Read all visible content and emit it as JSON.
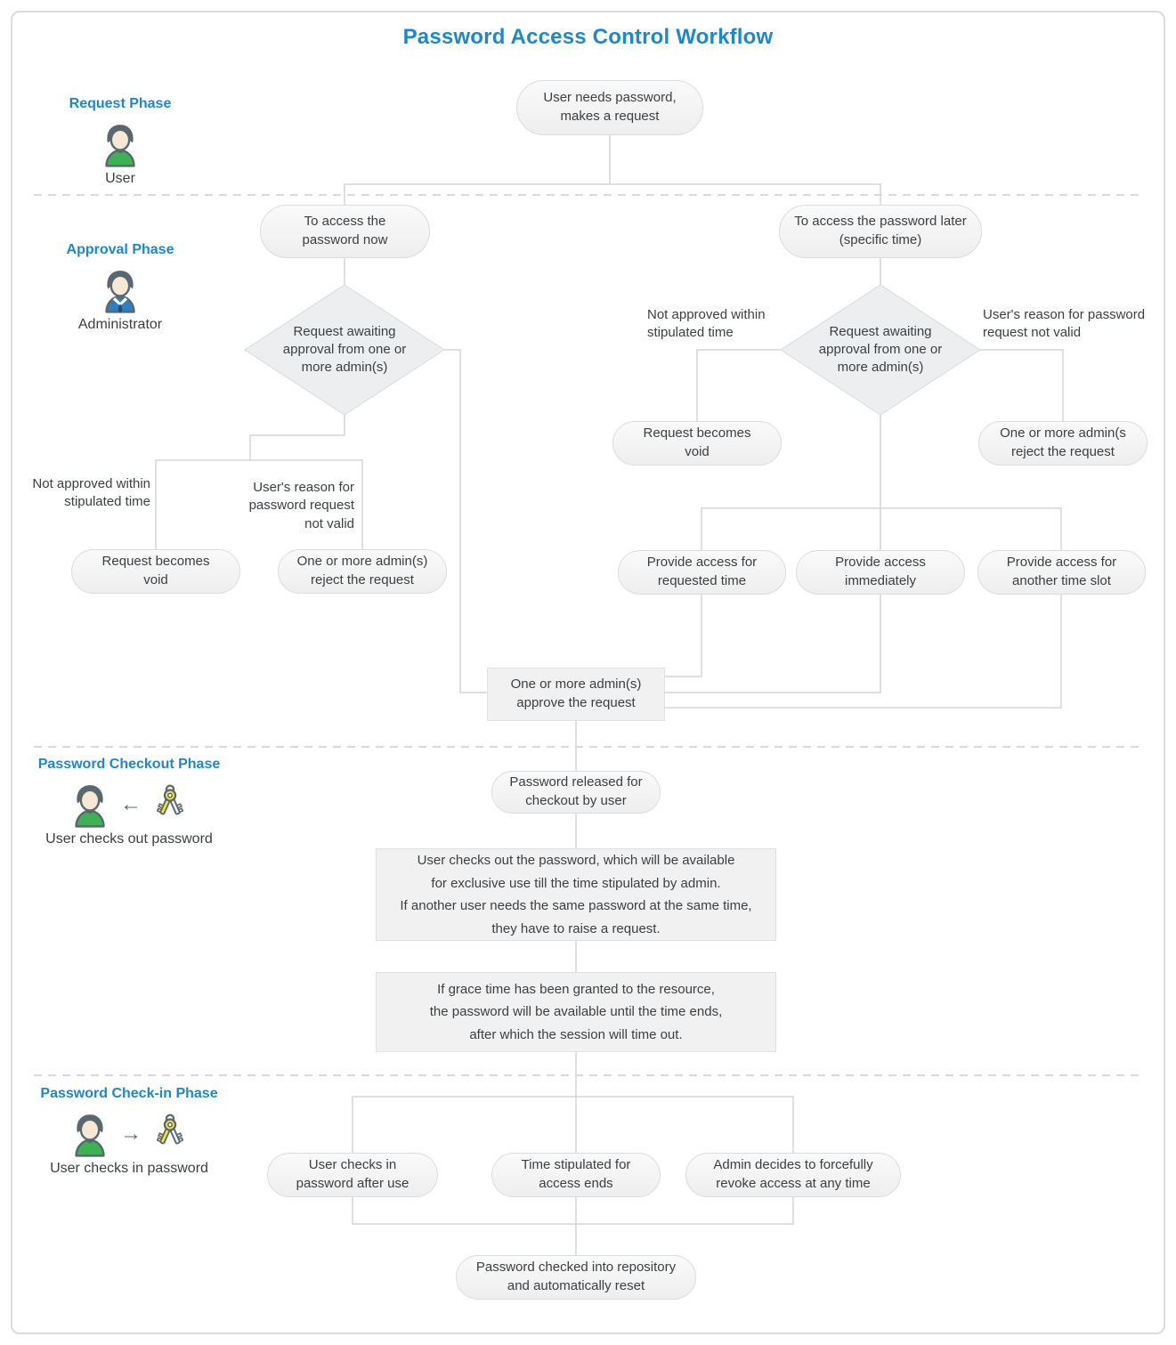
{
  "title": "Password Access Control Workflow",
  "phases": [
    {
      "label": "Request Phase",
      "actor": "User"
    },
    {
      "label": "Approval Phase",
      "actor": "Administrator"
    },
    {
      "label": "Password Checkout Phase",
      "actor": "User checks out password"
    },
    {
      "label": "Password Check-in Phase",
      "actor": "User checks in password"
    }
  ],
  "icons": {
    "user": "person-bust-green-shirt",
    "administrator": "person-bust-blue-suit-tie",
    "keys": "crossed-keys",
    "arrow_left": "←",
    "arrow_right": "→"
  },
  "nodes": {
    "start": "User needs password,\nmakes a request",
    "access_now": "To access the\npassword now",
    "access_later": "To access the password later\n(specific time)",
    "awaiting_left": "Request awaiting\napproval from one or\nmore admin(s)",
    "awaiting_right": "Request awaiting\napproval from one or\nmore admin(s)",
    "void_left": "Request becomes\nvoid",
    "reject_left": "One or more admin(s)\nreject the request",
    "void_right": "Request becomes\nvoid",
    "reject_right": "One or more admin(s\nreject the request",
    "provide_requested": "Provide access for\nrequested time",
    "provide_immediate": "Provide access\nimmediately",
    "provide_another": "Provide access for\nanother time slot",
    "approve": "One or more admin(s)\napprove the request",
    "released": "Password released for\ncheckout by user",
    "checkout_note": "User checks out the password, which will be available\nfor exclusive use till the time stipulated by admin.\nIf another user needs the same password at the same time,\nthey have to raise a request.",
    "grace_note": "If grace time has been granted to the resource,\nthe password will be available until the time ends,\nafter which the session will time out.",
    "checkin_user": "User checks in\npassword after use",
    "time_ends": "Time stipulated for\naccess ends",
    "revoke": "Admin decides to forcefully\nrevoke access at any time",
    "reset": "Password checked into repository\nand automatically reset"
  },
  "edge_labels": {
    "not_approved_left": "Not approved within\nstipulated time",
    "reason_invalid_left": "User's reason for\npassword request\nnot valid",
    "not_approved_right": "Not approved within\nstipulated time",
    "reason_invalid_right": "User's reason for password\nrequest not valid"
  },
  "colors": {
    "accent_blue": "#1e87d2",
    "node_text": "#3b3f42",
    "connector_gray": "#d4d6d8",
    "node_fill": "#f1f1f2",
    "shirt_green": "#3cb254",
    "suit_blue": "#2e7fc1",
    "key_yellow": "#f4e33b",
    "icon_outline": "#5b6770"
  }
}
